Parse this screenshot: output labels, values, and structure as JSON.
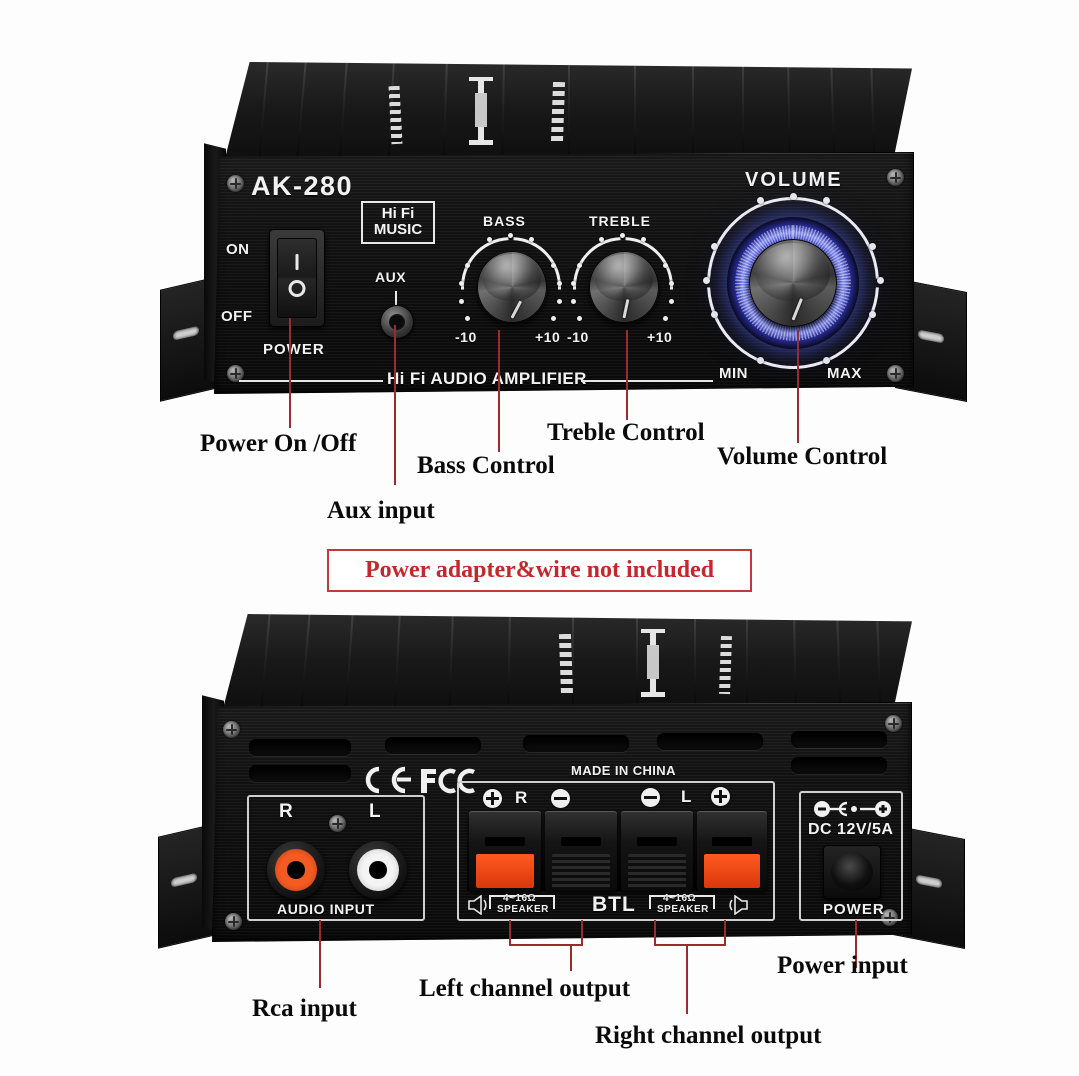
{
  "product": {
    "model": "AK-280",
    "front": {
      "brand_text": "AK-280",
      "badge_line1": "Hi Fi",
      "badge_line2": "MUSIC",
      "switch": {
        "on": "ON",
        "off": "OFF",
        "caption": "POWER"
      },
      "aux_label": "AUX",
      "bass": {
        "label": "BASS",
        "min": "-10",
        "max": "+10"
      },
      "treble": {
        "label": "TREBLE",
        "min": "-10",
        "max": "+10"
      },
      "volume": {
        "label": "VOLUME",
        "min": "MIN",
        "max": "MAX"
      },
      "bottom_text": "Hi Fi AUDIO AMPLIFIER"
    },
    "rear": {
      "certs": [
        "CE",
        "FC"
      ],
      "made_in": "MADE IN CHINA",
      "audio_input": {
        "right": "R",
        "left": "L",
        "caption": "AUDIO INPUT"
      },
      "speaker_block": {
        "terminals": [
          "+",
          "R",
          "-",
          "-",
          "L",
          "+"
        ],
        "left_spec_line1": "4~16Ω",
        "left_spec_line2": "SPEAKER",
        "center": "BTL",
        "right_spec_line1": "4~16Ω",
        "right_spec_line2": "SPEAKER"
      },
      "power": {
        "rating": "DC 12V/5A",
        "caption": "POWER"
      }
    }
  },
  "callouts": {
    "front": [
      {
        "label": "Power On /Off"
      },
      {
        "label": "Aux input"
      },
      {
        "label": "Bass Control"
      },
      {
        "label": "Treble Control"
      },
      {
        "label": "Volume Control"
      }
    ],
    "rear": [
      {
        "label": "Rca input"
      },
      {
        "label": "Left channel output"
      },
      {
        "label": "Right channel output"
      },
      {
        "label": "Power input"
      }
    ]
  },
  "notice": {
    "text": "Power adapter&wire not included"
  },
  "colors": {
    "notice_text": "#c4282c",
    "notice_border": "#c2393c",
    "callout_line": "#9b2c2c",
    "led_ring": "#6a78ff",
    "terminal_red": "#ff5a20",
    "background": "#fdfdfd"
  }
}
